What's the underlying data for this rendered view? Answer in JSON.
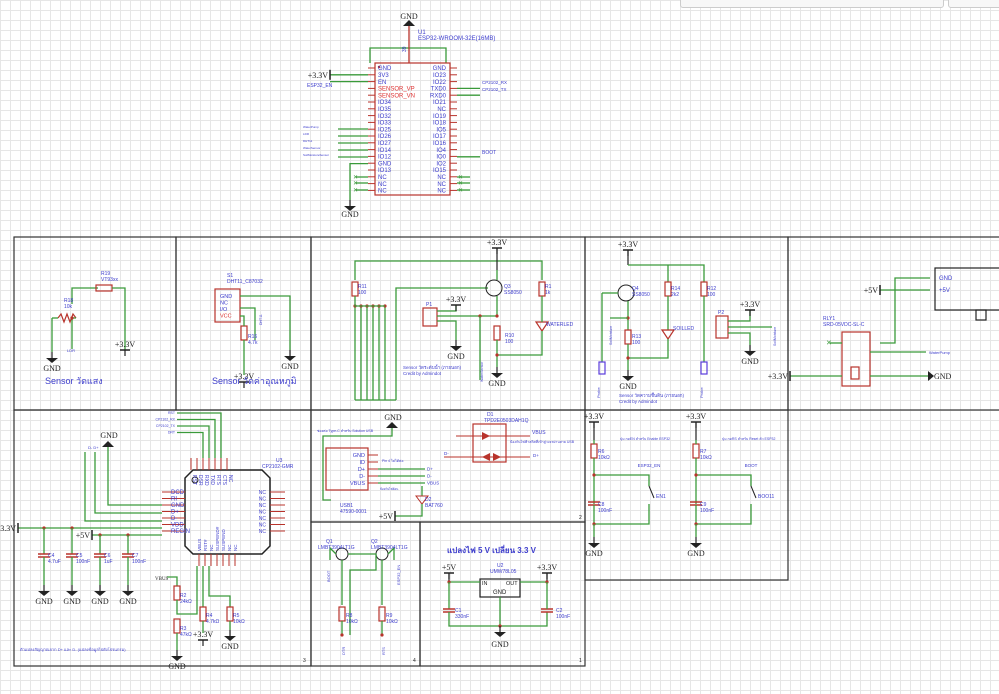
{
  "esp32": {
    "ref": "U1",
    "part": "ESP32-WROOM-32E(16MB)",
    "pin39": "39",
    "gnd_top": "GND",
    "gnd_bottom": "GND",
    "vcc": "+3.3V",
    "left_pins": [
      "GND",
      "3V3",
      "EN",
      "SENSOR_VP",
      "SENSOR_VN",
      "IO34",
      "IO35",
      "IO32",
      "IO33",
      "IO25",
      "IO26",
      "IO27",
      "IO14",
      "IO12",
      "GND",
      "IO13",
      "NC",
      "NC",
      "NC"
    ],
    "right_pins": [
      "GND",
      "IO23",
      "IO22",
      "TXD0",
      "RXD0",
      "IO21",
      "NC",
      "IO19",
      "IO18",
      "IO5",
      "IO17",
      "IO16",
      "IO4",
      "IO0",
      "IO2",
      "IO15",
      "NC",
      "NC",
      "NC"
    ],
    "nets": {
      "en": "ESP32_EN",
      "rx": "CP2102_RX",
      "tx": "CP2102_TX",
      "boot": "BOOT",
      "left": [
        "WaterPump",
        "LDR",
        "DHT11",
        "WaterSensor",
        "SoilMoistureSensor"
      ]
    }
  },
  "ldr": {
    "r19_ref": "R19",
    "r19_val": "VT93xx",
    "r18_ref": "R18",
    "r18_val": "10k",
    "net": "LDR",
    "gnd": "GND",
    "vcc": "+3.3V",
    "title": "Sensor วัดแสง"
  },
  "dht": {
    "ref": "S1",
    "part": "DHT11_C87032",
    "pins": [
      "GND",
      "NC",
      "I/O",
      "VCC"
    ],
    "r_ref": "R16",
    "r_val": "4.7k",
    "net": "DHT11",
    "gnd": "GND",
    "vcc": "+3.3V",
    "title": "Sensor วัดค่าอุณหภูมิ"
  },
  "water": {
    "vcc": "+3.3V",
    "r11_ref": "R11",
    "r11_val": "100",
    "q_ref": "Q3",
    "q_part": "SS8050",
    "r1_ref": "R1",
    "r1_val": "1k",
    "p_vcc": "+3.3V",
    "p_ref": "P1",
    "r10_ref": "R10",
    "r10_val": "100",
    "led": "WATERLED",
    "gnd1": "GND",
    "gnd2": "GND",
    "note1": "Sensor วัดระดับน้ำ (ภายนอก)",
    "note2": "Credit by Admindot",
    "net": "WaterSensor"
  },
  "soil": {
    "vcc": "+3.3V",
    "q_ref": "Q4",
    "q_part": "SS8050",
    "r14_ref": "R14",
    "r14_val": "2k2",
    "r12_ref": "R12",
    "r12_val": "100",
    "r13_ref": "R13",
    "r13_val": "100",
    "led": "SOILLED",
    "p_ref": "P2",
    "p_vcc": "+3.3V",
    "gnd1": "GND",
    "gnd2": "GND",
    "note1": "Sensor วัดความชื้นดิน (ภายนอก)",
    "note2": "Credit by Admindot",
    "net1": "SoilMoisture",
    "net2": "SoilMoisture",
    "probe1": "Probe",
    "probe2": "Probe"
  },
  "relay": {
    "mod_gnd": "GND",
    "mod_5v": "+5V",
    "vcc5": "+5V",
    "ref": "RLY1",
    "part": "SRD-05VDC-SL-C",
    "net": "WaterPump",
    "vcc33": "+3.3V",
    "gnd": "GND"
  },
  "cp2102": {
    "ref": "U3",
    "part": "CP2102-GMR",
    "top_nets": [
      "RST",
      "CP2102_RX",
      "CP2102_TX",
      "DRT"
    ],
    "top_pins": [
      "RST",
      "DSR",
      "RXD",
      "TXD",
      "RTS",
      "CTS",
      "NC"
    ],
    "left_pins": [
      "DCD",
      "RI",
      "GND",
      "D+",
      "D-",
      "VDD",
      "REGIN"
    ],
    "right_pins": [
      "NC",
      "NC",
      "NC",
      "NC",
      "NC",
      "NC",
      "NC"
    ],
    "bottom_pins": [
      "VBUS",
      "RST#",
      "NC",
      "SUSPEND#",
      "SUSPEND",
      "NC",
      "NC"
    ],
    "dm_dp": "D-  D+",
    "gnd_top": "GND",
    "vcc33": "+3.3V",
    "vcc5": "+5V",
    "caps": [
      {
        "ref": "C4",
        "val": "4.7uF"
      },
      {
        "ref": "C5",
        "val": "100nF"
      },
      {
        "ref": "C6",
        "val": "1uF"
      },
      {
        "ref": "C7",
        "val": "100nF"
      }
    ],
    "cap_gnd": [
      "GND",
      "GND",
      "GND",
      "GND"
    ],
    "vbus": "VBUS",
    "r2_ref": "R2",
    "r2_val": "24kΩ",
    "r3_ref": "R3",
    "r3_val": "47kΩ",
    "r4_ref": "R4",
    "r4_val": "4.7kΩ",
    "r5_ref": "R5",
    "r5_val": "10kΩ",
    "r4_vcc": "+3.3V",
    "r5_gnd": "GND",
    "r3_gnd": "GND",
    "note": "ตัวแปลงสัญญาณจาก D+ และ D- (แปลงข้อมูลไปยังโปรแกรม)",
    "sheet": "3"
  },
  "usb": {
    "gnd": "GND",
    "note": "ช่องต่อ Type-C สำหรับ Solution USB",
    "pins": [
      "GND",
      "ID",
      "D+",
      "D-",
      "VBUS"
    ],
    "nc_note": "Pin 4 ไม่ได้ต่อ",
    "ref": "USB1",
    "part": "47590-0001",
    "nets": [
      "D+",
      "D-",
      "VBUS"
    ],
    "d_note": "ป้องกันไฟย้อน",
    "d2_ref": "D2",
    "d2_part": "BAT760",
    "vcc5": "+5V",
    "d1_ref": "D1",
    "d1_part": "TPD2E0503DAH1Q",
    "d1_vbus": "VBUS",
    "d1_note": "ป้องกันไฟฟ้าสถิตที่เข้าสู่วงจรผ่านสาย USB",
    "d1_dm": "D-",
    "d1_dp": "D+",
    "sheet": "2"
  },
  "auto": {
    "q1_ref": "Q1",
    "q1_part": "LMBT3904LT1G",
    "q2_ref": "Q2",
    "q2_part": "LMBT3904LT1G",
    "r8_ref": "R8",
    "r8_val": "10kΩ",
    "r9_ref": "R9",
    "r9_val": "10kΩ",
    "boot": "BOOT",
    "en": "ESP32_EN",
    "dtr": "DTR",
    "rts": "RTS",
    "sheet": "4"
  },
  "reg": {
    "title": "แปลงไฟ 5 V เปลี่ยน 3.3 V",
    "vin": "+5V",
    "vout": "+3.3V",
    "ref": "U2",
    "part": "UMW78L05",
    "in": "IN",
    "out": "OUT",
    "gnd_pin": "GND",
    "c1_ref": "C1",
    "c1_val": "330nF",
    "c2_ref": "C2",
    "c2_val": "100nF",
    "gnd": "GND",
    "sheet": "1"
  },
  "buttons": {
    "vcc1": "+3.3V",
    "note1": "ปุ่ม กดEN สำหรับ Enable ESP32",
    "r6_ref": "R6",
    "r6_val": "10kΩ",
    "net1": "ESP32_EN",
    "sw1": "EN1",
    "c8_ref": "C8",
    "c8_val": "100nF",
    "gnd1": "GND",
    "vcc2": "+3.3V",
    "note2": "ปุ่ม กดRS สำหรับ Reset ตัว ESP32",
    "r7_ref": "R7",
    "r7_val": "10kΩ",
    "net2": "BOOT",
    "sw2": "BOO11",
    "c9_ref": "C9",
    "c9_val": "100nF",
    "gnd2": "GND"
  },
  "colors": {
    "wire": "#3a9a3a",
    "part": "#b8332b",
    "label": "#3d3dcc",
    "frame": "#333333"
  }
}
